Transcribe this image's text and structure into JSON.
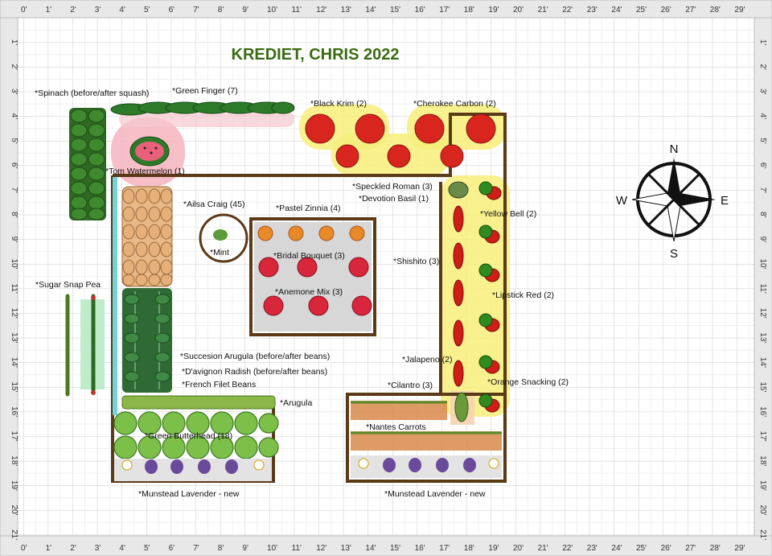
{
  "title": "KREDIET, CHRIS 2022",
  "ruler": {
    "top": [
      "0'",
      "1'",
      "2'",
      "3'",
      "4'",
      "5'",
      "6'",
      "7'",
      "8'",
      "9'",
      "10'",
      "11'",
      "12'",
      "13'",
      "14'",
      "15'",
      "16'",
      "17'",
      "18'",
      "19'",
      "20'",
      "21'",
      "22'",
      "23'",
      "24'",
      "25'",
      "26'",
      "27'",
      "28'",
      "29'"
    ],
    "side": [
      "1'",
      "2'",
      "3'",
      "4'",
      "5'",
      "6'",
      "7'",
      "8'",
      "9'",
      "10'",
      "11'",
      "12'",
      "13'",
      "14'",
      "15'",
      "16'",
      "17'",
      "18'",
      "19'",
      "20'",
      "21'"
    ]
  },
  "compass": {
    "n": "N",
    "s": "S",
    "e": "E",
    "w": "W"
  },
  "labels": {
    "spinach": "*Spinach (before/after squash)",
    "green_finger": "*Green Finger (7)",
    "black_krim": "*Black Krim (2)",
    "cherokee": "*Cherokee Carbon (2)",
    "tom_watermelon": "*Tom Watermelon (1)",
    "speckled_roman": "*Speckled Roman (3)",
    "devotion_basil": "*Devotion Basil (1)",
    "ailsa_craig": "*Ailsa Craig (45)",
    "pastel_zinnia": "*Pastel Zinnia (4)",
    "yellow_bell": "*Yellow Bell (2)",
    "mint": "*Mint",
    "bridal_bouquet": "*Bridal Bouquet (3)",
    "shishito": "*Shishito (3)",
    "sugar_snap": "*Sugar Snap Pea",
    "anemone": "*Anemone Mix (3)",
    "lipstick": "*Lipstick Red (2)",
    "succession_arugula": "*Succesion Arugula (before/after beans)",
    "jalapeno": "*Jalapeno (2)",
    "radish": "*D'avignon Radish (before/after beans)",
    "orange_snacking": "*Orange Snacking (2)",
    "french_filet": "*French Filet Beans",
    "cilantro": "*Cilantro (3)",
    "arugula": "*Arugula",
    "nantes": "*Nantes Carrots",
    "butterhead": "*Green Butterhead (18)",
    "lavender_left": "*Munstead Lavender - new",
    "lavender_right": "*Munstead Lavender - new"
  },
  "colors": {
    "title": "#3b6b12",
    "bed_border": "#5a3a17",
    "tomato": "#d8261f",
    "pepper_red": "#d01d15",
    "pepper_green": "#2f8a1f",
    "tomato_highlight": "#f7ef7a",
    "watermelon_highlight": "#f6b8c2",
    "trellis": "#6fd6d8",
    "pea_highlight": "#b7ebc6"
  }
}
